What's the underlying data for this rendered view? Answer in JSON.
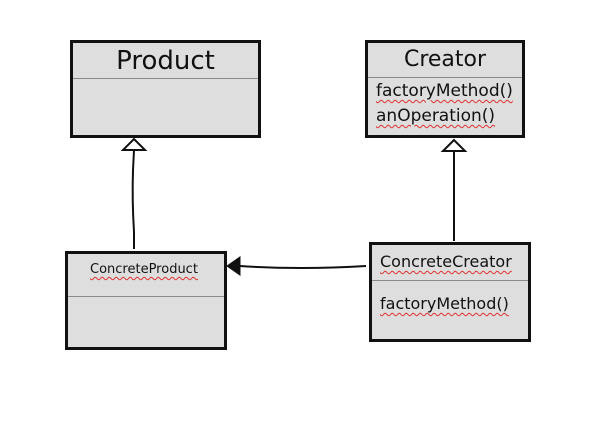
{
  "diagram": {
    "classes": {
      "product": {
        "name": "Product"
      },
      "creator": {
        "name": "Creator",
        "operations": [
          "factoryMethod()",
          "anOperation()"
        ]
      },
      "concrete_product": {
        "name": "ConcreteProduct"
      },
      "concrete_creator": {
        "name": "ConcreteCreator",
        "operations": [
          "factoryMethod()"
        ]
      }
    },
    "relationships": [
      {
        "from": "ConcreteProduct",
        "to": "Product",
        "kind": "generalization",
        "arrowhead": "hollow-triangle"
      },
      {
        "from": "ConcreteCreator",
        "to": "Creator",
        "kind": "generalization",
        "arrowhead": "hollow-triangle"
      },
      {
        "from": "ConcreteCreator",
        "to": "ConcreteProduct",
        "kind": "association",
        "arrowhead": "filled-triangle"
      }
    ],
    "colors": {
      "box_fill": "#dedede",
      "box_border": "#111111",
      "divider": "#8a8a8a",
      "spellcheck_underline": "#e03030"
    }
  }
}
